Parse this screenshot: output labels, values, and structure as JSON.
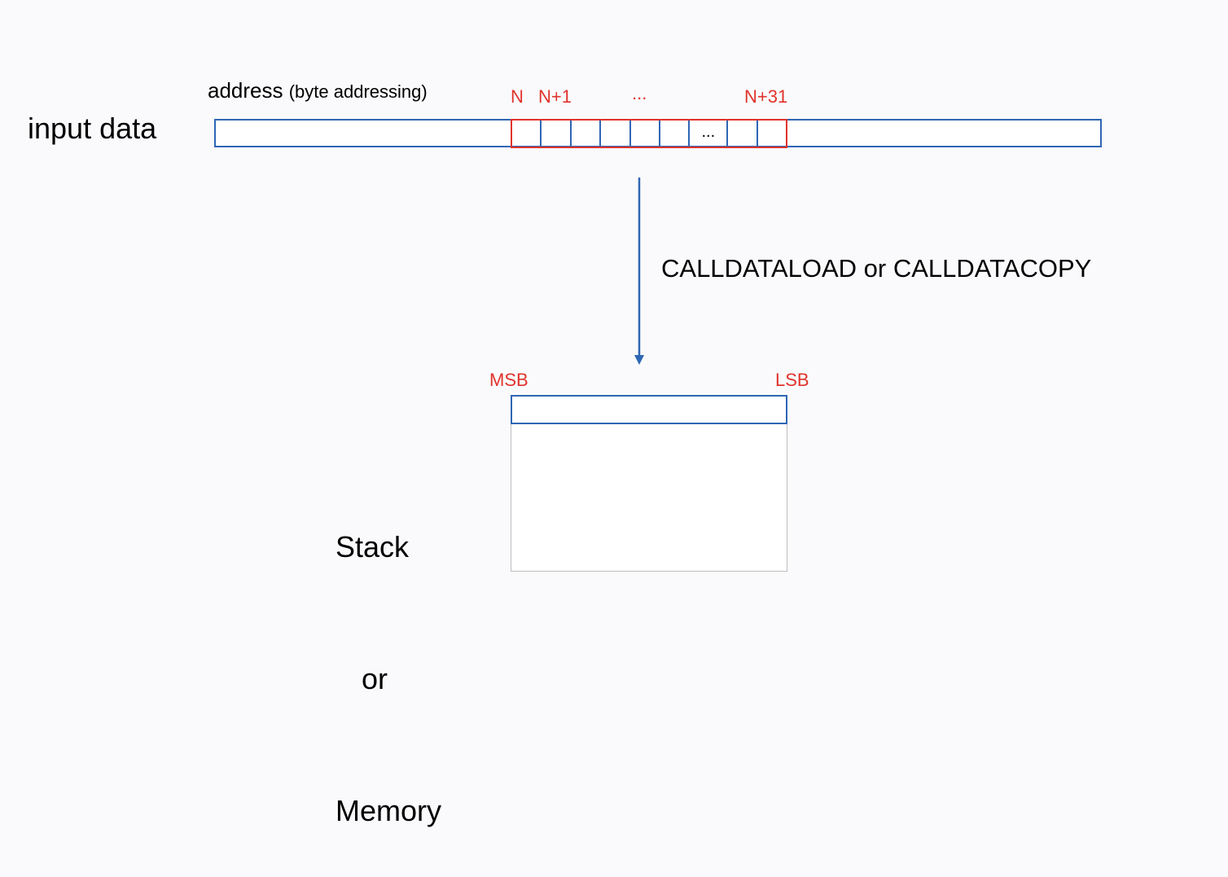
{
  "input": {
    "label": "input data",
    "address_label": "address",
    "address_sub": "(byte addressing)",
    "byte_labels": {
      "first": "N",
      "second": "N+1",
      "middle": "...",
      "last": "N+31"
    },
    "cell_ellipsis": "..."
  },
  "operation": {
    "label": "CALLDATALOAD or CALLDATACOPY"
  },
  "destination": {
    "msb": "MSB",
    "lsb": "LSB",
    "line1": "Stack",
    "line2": "or",
    "line3": "Memory"
  },
  "colors": {
    "bar_border": "#2f66b4",
    "highlight": "#e0332c",
    "body_border": "#bdbdbd"
  }
}
